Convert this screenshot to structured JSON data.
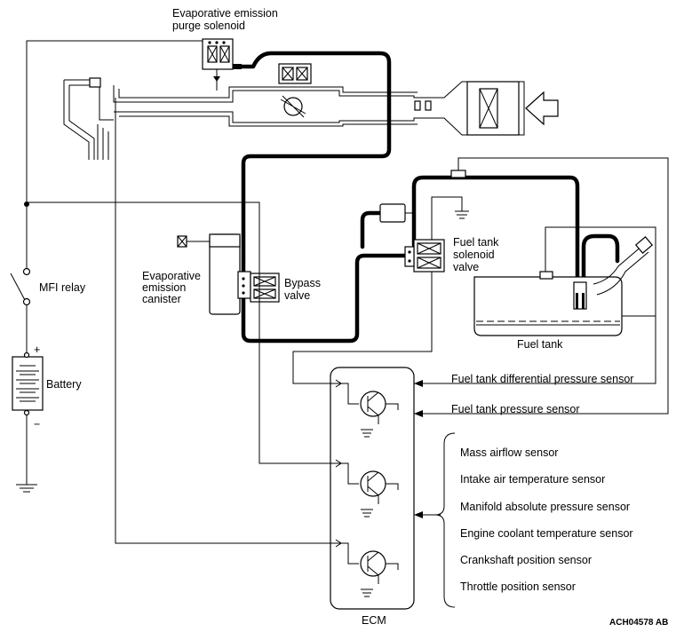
{
  "labels": {
    "purge_solenoid_line1": "Evaporative emission",
    "purge_solenoid_line2": "purge solenoid",
    "canister_line1": "Evaporative",
    "canister_line2": "emission",
    "canister_line3": "canister",
    "bypass_line1": "Bypass",
    "bypass_line2": "valve",
    "tank_solenoid_line1": "Fuel tank",
    "tank_solenoid_line2": "solenoid",
    "tank_solenoid_line3": "valve",
    "mfi_relay": "MFI relay",
    "battery": "Battery",
    "plus": "+",
    "minus": "−",
    "fuel_tank": "Fuel tank",
    "ecm": "ECM",
    "diff_pressure_sensor": "Fuel tank differential pressure sensor",
    "tank_pressure_sensor": "Fuel tank pressure sensor",
    "figure_code": "ACH04578 AB"
  },
  "sensor_inputs": [
    "Mass airflow sensor",
    "Intake air temperature sensor",
    "Manifold absolute pressure sensor",
    "Engine coolant temperature sensor",
    "Crankshaft position sensor",
    "Throttle position sensor"
  ]
}
